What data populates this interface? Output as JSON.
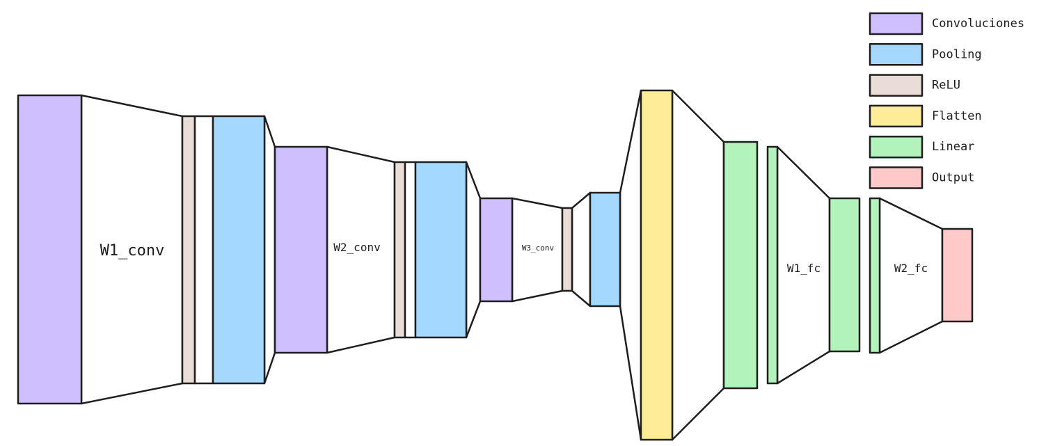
{
  "colors": {
    "conv": "#d0bfff",
    "pool": "#a5d8ff",
    "relu": "#eaddd7",
    "flatten": "#ffec99",
    "linear": "#b2f2bb",
    "output": "#ffc9c9",
    "stroke": "#1e1e1e"
  },
  "legend": [
    {
      "key": "conv",
      "label": "Convoluciones"
    },
    {
      "key": "pool",
      "label": "Pooling"
    },
    {
      "key": "relu",
      "label": "ReLU"
    },
    {
      "key": "flatten",
      "label": "Flatten"
    },
    {
      "key": "linear",
      "label": "Linear"
    },
    {
      "key": "output",
      "label": "Output"
    }
  ],
  "weights": {
    "w1_conv": "W1_conv",
    "w2_conv": "W2_conv",
    "w3_conv": "W3_conv",
    "w1_fc": "W1_fc",
    "w2_fc": "W2_fc"
  }
}
